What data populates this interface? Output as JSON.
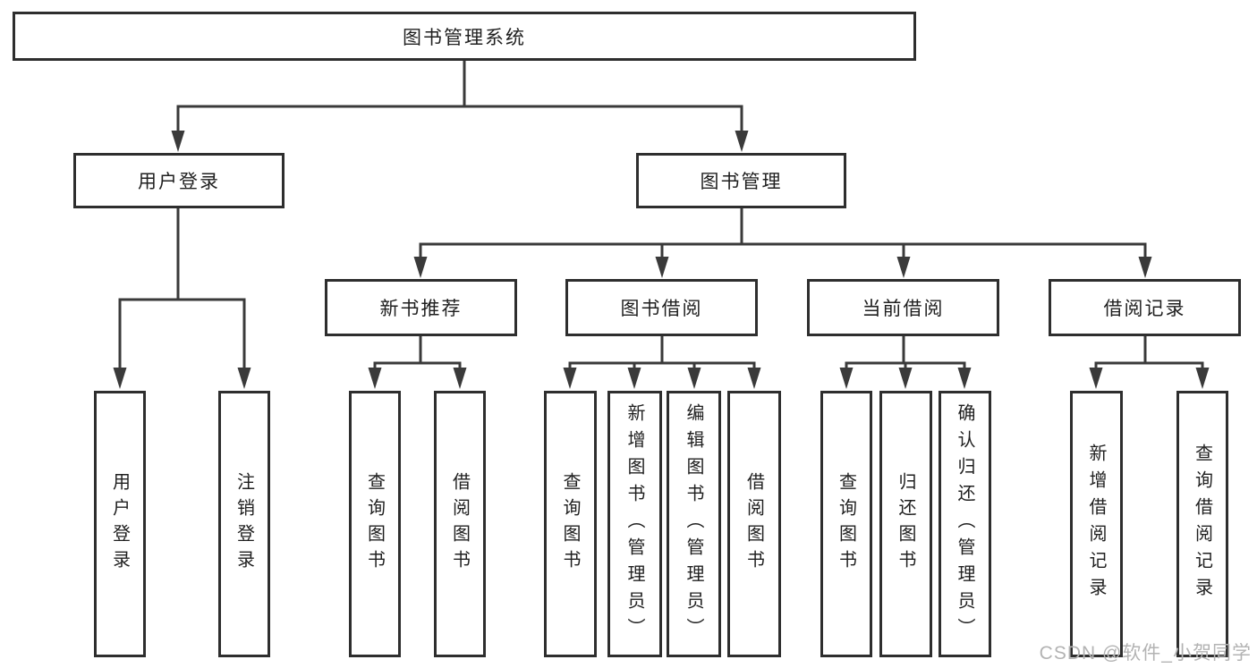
{
  "tree": {
    "label": "图书管理系统",
    "children": [
      {
        "label": "用户登录",
        "children": [
          {
            "label": "用户登录"
          },
          {
            "label": "注销登录"
          }
        ]
      },
      {
        "label": "图书管理",
        "children": [
          {
            "label": "新书推荐",
            "children": [
              {
                "label": "查询图书"
              },
              {
                "label": "借阅图书"
              }
            ]
          },
          {
            "label": "图书借阅",
            "children": [
              {
                "label": "查询图书"
              },
              {
                "label": "新增图书（管理员）"
              },
              {
                "label": "编辑图书（管理员）"
              },
              {
                "label": "借阅图书"
              }
            ]
          },
          {
            "label": "当前借阅",
            "children": [
              {
                "label": "查询图书"
              },
              {
                "label": "归还图书"
              },
              {
                "label": "确认归还（管理员）"
              }
            ]
          },
          {
            "label": "借阅记录",
            "children": [
              {
                "label": "新增借阅记录"
              },
              {
                "label": "查询借阅记录"
              }
            ]
          }
        ]
      }
    ]
  },
  "watermark": {
    "text": "CSDN @软件_小贺同学"
  },
  "colors": {
    "background": "#ffffff",
    "box_border": "#2e2e2e",
    "line": "#3a3a3a",
    "text": "#1f1f1f",
    "watermark": "#b3b3b3"
  }
}
